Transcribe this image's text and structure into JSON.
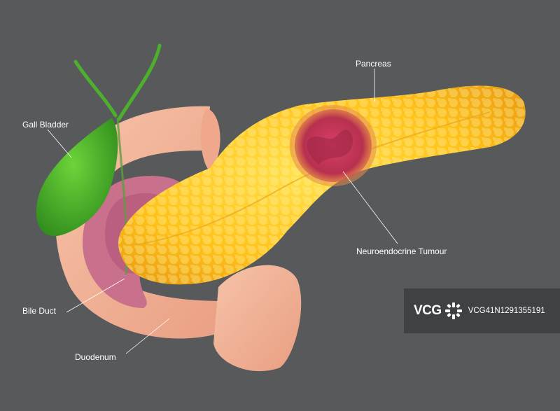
{
  "labels": {
    "gall_bladder": "Gall Bladder",
    "bile_duct": "Bile Duct",
    "duodenum": "Duodenum",
    "pancreas": "Pancreas",
    "tumour": "Neuroendocrine Tumour"
  },
  "watermark": {
    "brand": "VCG",
    "id": "VCG41N1291355191"
  },
  "colors": {
    "background": "#57595b",
    "gall_bladder": "#4caf2e",
    "duodenum": "#f2b59a",
    "duodenum_lumen": "#c96a88",
    "pancreas": "#ffbf1a",
    "tumour": "#c23a5a",
    "label_line": "#ffffff"
  }
}
